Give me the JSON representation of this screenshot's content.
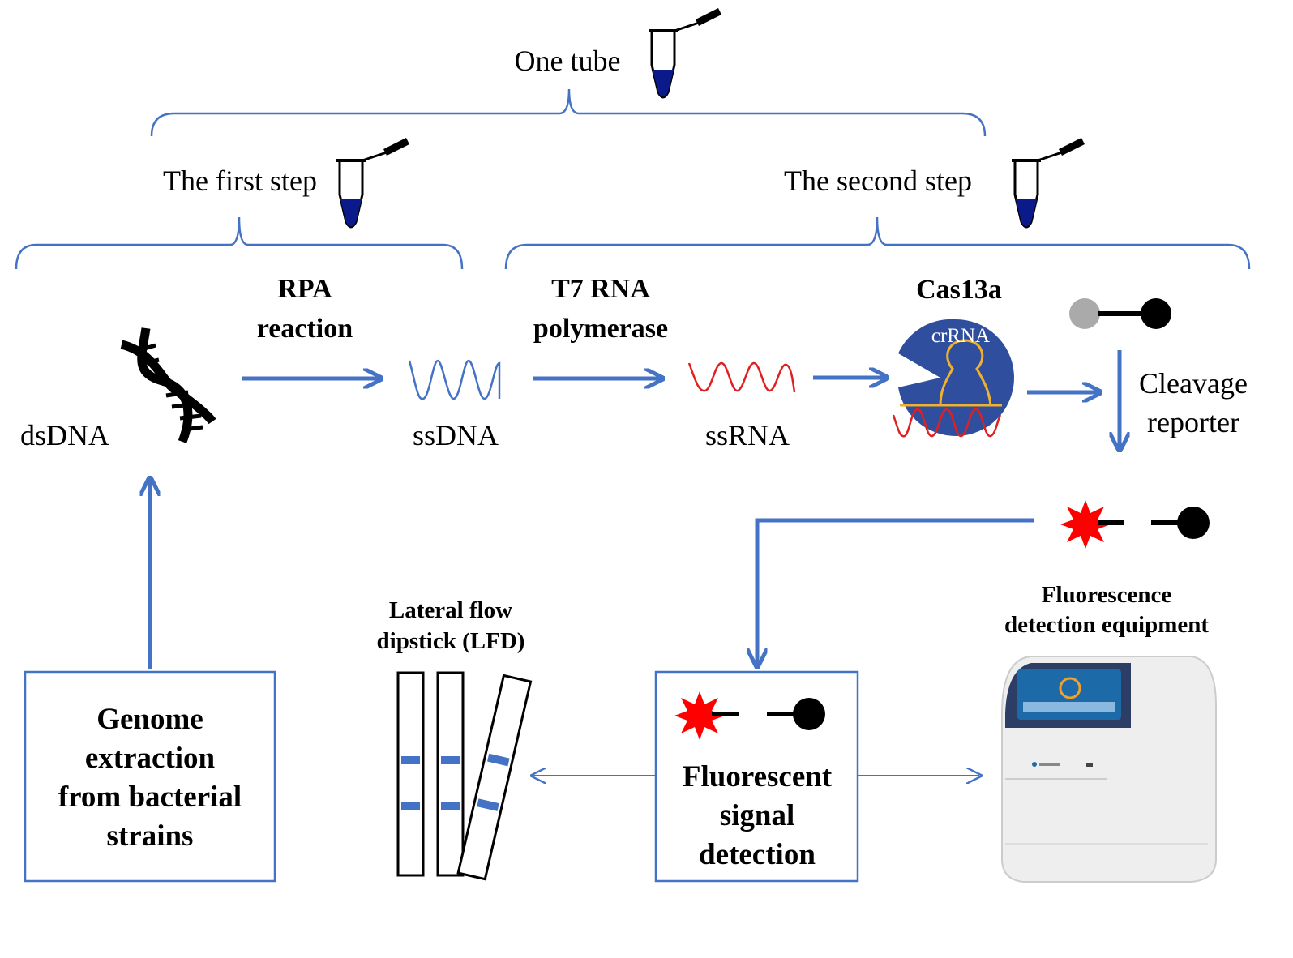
{
  "top": {
    "one_tube": "One tube"
  },
  "steps": {
    "first": "The first step",
    "second": "The second step"
  },
  "reagents": {
    "rpa_line1": "RPA",
    "rpa_line2": "reaction",
    "t7_line1": "T7 RNA",
    "t7_line2": "polymerase",
    "cas13a": "Cas13a",
    "crrna": "crRNA"
  },
  "molecules": {
    "dsdna": "dsDNA",
    "ssdna": "ssDNA",
    "ssrna": "ssRNA"
  },
  "reporter": {
    "line1": "Cleavage",
    "line2": "reporter"
  },
  "genome_box": [
    "Genome",
    "extraction",
    "from bacterial",
    "strains"
  ],
  "signal_box": [
    "Fluorescent",
    "signal",
    "detection"
  ],
  "lfd": {
    "line1": "Lateral flow",
    "line2": "dipstick (LFD)"
  },
  "equipment": {
    "line1": "Fluorescence",
    "line2": "detection equipment"
  },
  "colors": {
    "arrow": "#4472c4",
    "cas13a": "#2f4f9e",
    "ssrna": "#e02020",
    "crrna": "#f0b030",
    "tube_liquid": "#0a1a8a",
    "fluor": "#ff0000"
  }
}
